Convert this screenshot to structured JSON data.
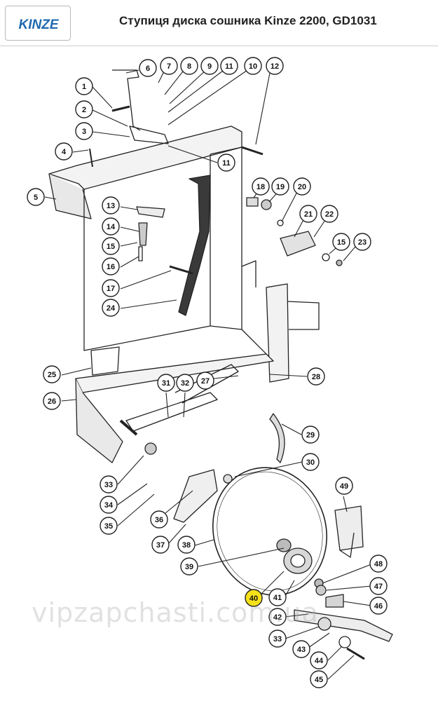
{
  "header": {
    "logo_text": "KINZE",
    "title": "Ступиця диска сошника Kinze 2200, GD1031"
  },
  "highlight_color": "#f5e11a",
  "watermark": "vipzapchasti.com.ua",
  "callouts": [
    {
      "label": "1"
    },
    {
      "label": "2"
    },
    {
      "label": "3"
    },
    {
      "label": "4"
    },
    {
      "label": "5"
    },
    {
      "label": "6"
    },
    {
      "label": "7"
    },
    {
      "label": "8"
    },
    {
      "label": "9"
    },
    {
      "label": "11"
    },
    {
      "label": "10"
    },
    {
      "label": "12"
    },
    {
      "label": "11"
    },
    {
      "label": "18"
    },
    {
      "label": "19"
    },
    {
      "label": "20"
    },
    {
      "label": "13"
    },
    {
      "label": "21"
    },
    {
      "label": "22"
    },
    {
      "label": "14"
    },
    {
      "label": "15"
    },
    {
      "label": "15"
    },
    {
      "label": "23"
    },
    {
      "label": "16"
    },
    {
      "label": "17"
    },
    {
      "label": "24"
    },
    {
      "label": "25"
    },
    {
      "label": "28"
    },
    {
      "label": "31"
    },
    {
      "label": "32"
    },
    {
      "label": "27"
    },
    {
      "label": "26"
    },
    {
      "label": "29"
    },
    {
      "label": "30"
    },
    {
      "label": "33"
    },
    {
      "label": "49"
    },
    {
      "label": "34"
    },
    {
      "label": "35"
    },
    {
      "label": "36"
    },
    {
      "label": "37"
    },
    {
      "label": "38"
    },
    {
      "label": "39"
    },
    {
      "label": "48"
    },
    {
      "label": "47"
    },
    {
      "label": "40",
      "highlighted": true
    },
    {
      "label": "41"
    },
    {
      "label": "46"
    },
    {
      "label": "42"
    },
    {
      "label": "33"
    },
    {
      "label": "43"
    },
    {
      "label": "44"
    },
    {
      "label": "45"
    }
  ]
}
